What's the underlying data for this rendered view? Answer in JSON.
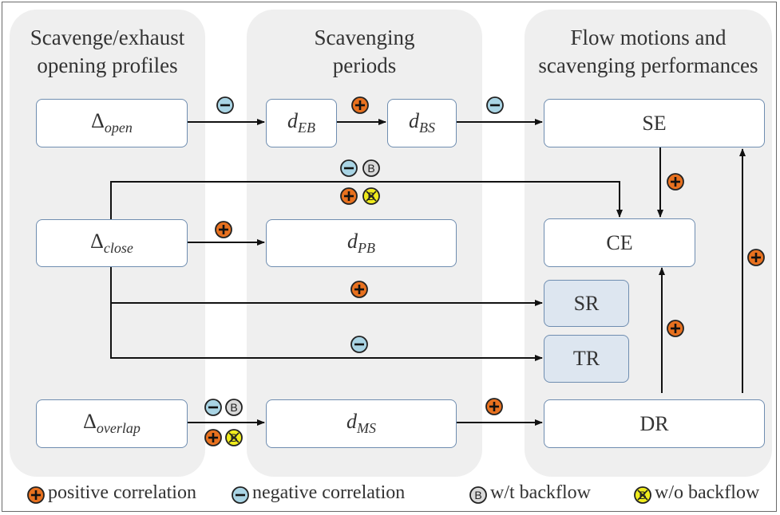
{
  "columns": {
    "left_title_line1": "Scavenge/exhaust",
    "left_title_line2": "opening profiles",
    "middle_title_line1": "Scavenging",
    "middle_title_line2": "periods",
    "right_title_line1": "Flow motions and",
    "right_title_line2": "scavenging performances"
  },
  "nodes": {
    "delta_open": {
      "symbol": "Δ",
      "sub": "open"
    },
    "delta_close": {
      "symbol": "Δ",
      "sub": "close"
    },
    "delta_overlap": {
      "symbol": "Δ",
      "sub": "overlap"
    },
    "d_eb": {
      "symbol": "d",
      "sub": "EB"
    },
    "d_bs": {
      "symbol": "d",
      "sub": "BS"
    },
    "d_pb": {
      "symbol": "d",
      "sub": "PB"
    },
    "d_ms": {
      "symbol": "d",
      "sub": "MS"
    },
    "se": "SE",
    "ce": "CE",
    "sr": "SR",
    "tr": "TR",
    "dr": "DR"
  },
  "badges": {
    "positive": "+",
    "negative": "−",
    "backflow": "B"
  },
  "legend": {
    "positive": "positive correlation",
    "negative": "negative correlation",
    "with_backflow": "w/t backflow",
    "without_backflow": "w/o backflow"
  },
  "colors": {
    "positive": "#e8711f",
    "negative": "#a9d4e4",
    "with_backflow": "#d9d9d9",
    "without_backflow": "#f0ec1c",
    "box_border": "#6f8db0",
    "box_fill_highlight": "#dde6f0",
    "column_bg": "#efefef"
  }
}
